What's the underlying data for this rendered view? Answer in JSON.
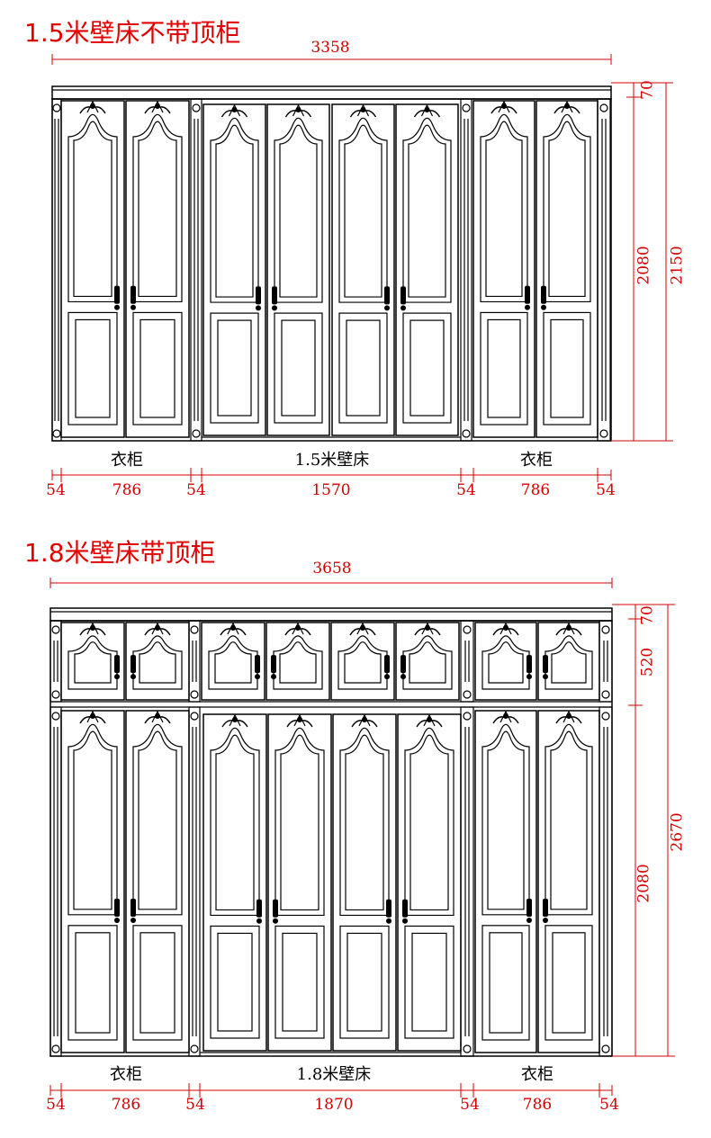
{
  "diagrams": [
    {
      "title": "1.5米壁床不带顶柜",
      "total_width": "3358",
      "heights": [
        "70",
        "2080",
        "2150"
      ],
      "labels": [
        "衣柜",
        "1.5米壁床",
        "衣柜"
      ],
      "widths": [
        "54",
        "786",
        "54",
        "1570",
        "54",
        "786",
        "54"
      ]
    },
    {
      "title": "1.8米壁床带顶柜",
      "total_width": "3658",
      "heights": [
        "70",
        "520",
        "2080",
        "2670"
      ],
      "labels": [
        "衣柜",
        "1.8米壁床",
        "衣柜"
      ],
      "widths": [
        "54",
        "786",
        "54",
        "1870",
        "54",
        "786",
        "54"
      ]
    }
  ],
  "colors": {
    "dimension": "#d40000",
    "title": "#e00000",
    "line": "#000000"
  }
}
